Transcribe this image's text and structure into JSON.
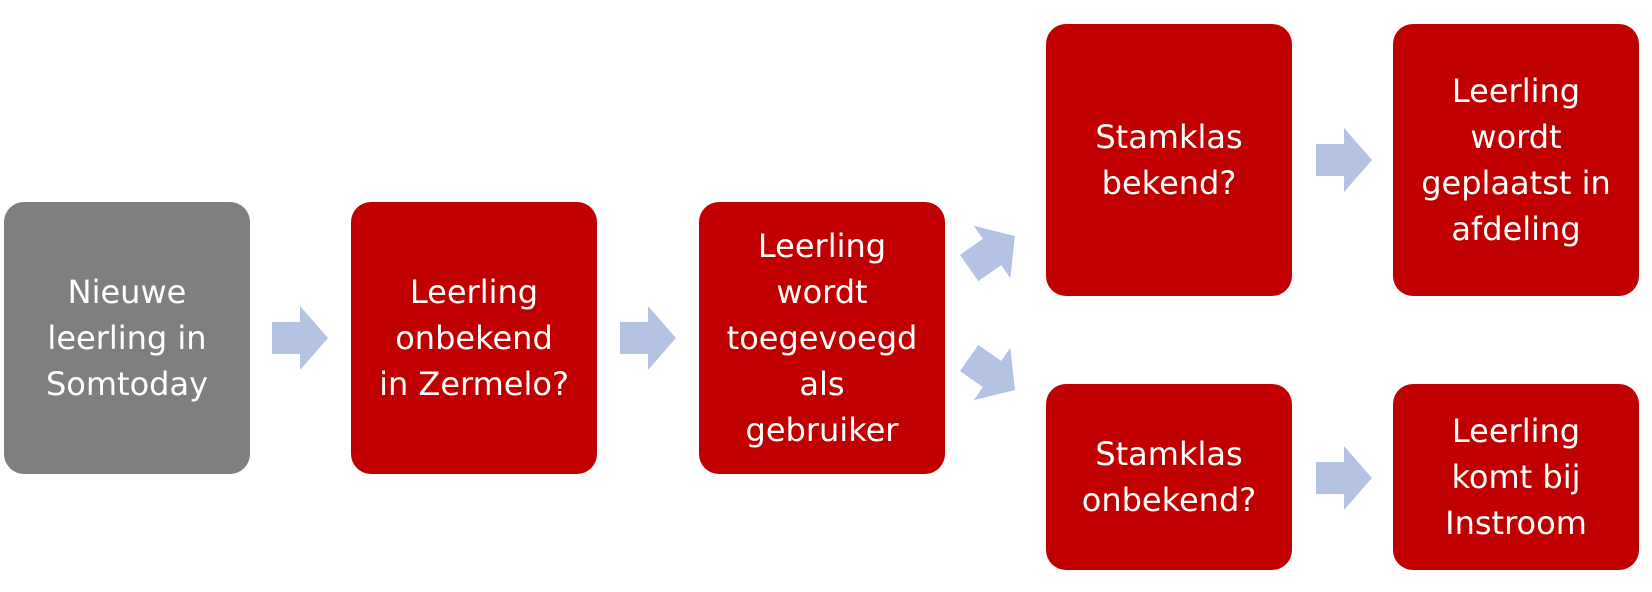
{
  "colors": {
    "start_box": "#7f7f7f",
    "step_box": "#c00000",
    "arrow": "#b4c2e3",
    "text": "#ffffff"
  },
  "nodes": {
    "start": "Nieuwe\nleerling in\nSomtoday",
    "check_unknown": "Leerling\nonbekend\nin Zermelo?",
    "added_as_user": "Leerling\nwordt\ntoegevoegd\nals\ngebruiker",
    "class_known": "Stamklas\nbekend?",
    "placed_in_department": "Leerling\nwordt\ngeplaatst in\nafdeling",
    "class_unknown": "Stamklas\nonbekend?",
    "goes_to_intake": "Leerling\nkomt bij\nInstroom"
  },
  "icons": {
    "flow_arrow": "right-arrow-icon"
  }
}
